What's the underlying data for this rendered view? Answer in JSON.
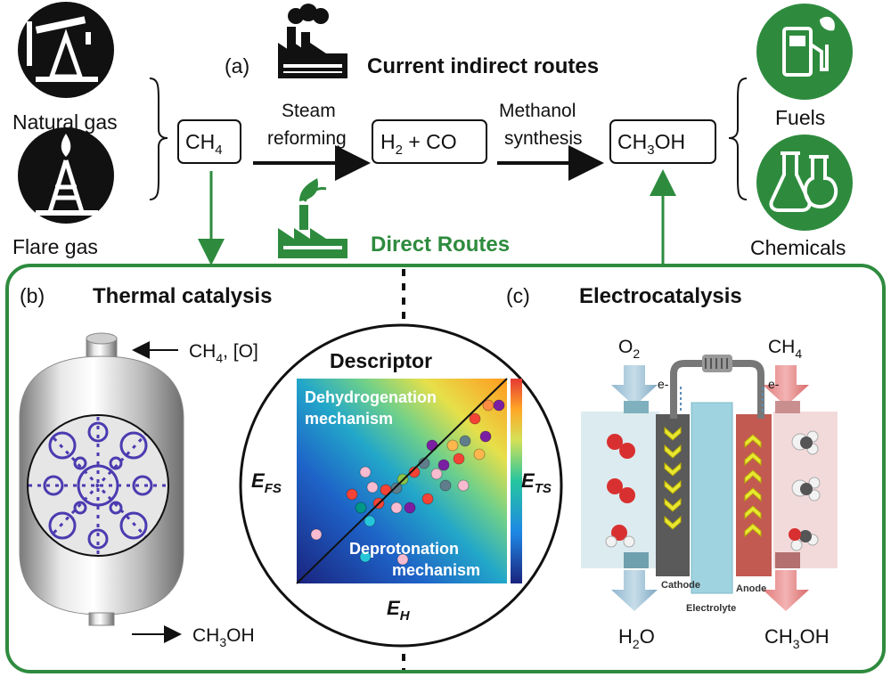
{
  "top": {
    "panel_a_label": "(a)",
    "current_title": "Current indirect routes",
    "direct_title": "Direct Routes",
    "natural_gas": "Natural gas",
    "flare_gas": "Flare gas",
    "ch4_box": {
      "main": "CH",
      "sub": "4"
    },
    "steam_line1": "Steam",
    "steam_line2": "reforming",
    "syngas_box": {
      "p1": "H",
      "p1_sub": "2",
      "p2": " + CO"
    },
    "methanol_line1": "Methanol",
    "methanol_line2": "synthesis",
    "ch3oh_box": {
      "p1": "CH",
      "p1_sub": "3",
      "p2": "OH"
    },
    "fuels": "Fuels",
    "chemicals": "Chemicals"
  },
  "thermal": {
    "panel_label": "(b)",
    "title": "Thermal catalysis",
    "inlet": {
      "p1": "CH",
      "p1_sub": "4",
      "p2": ", [O]"
    },
    "outlet": {
      "p1": "CH",
      "p1_sub": "3",
      "p2": "OH"
    }
  },
  "descriptor": {
    "title": "Descriptor",
    "region_top_line1": "Dehydrogenation",
    "region_top_line2": "mechanism",
    "region_bottom_line1": "Deprotonation",
    "region_bottom_line2": "mechanism",
    "y_axis": {
      "main": "E",
      "sub": "FS"
    },
    "x_axis": {
      "main": "E",
      "sub": "H"
    },
    "colorbar": {
      "main": "E",
      "sub": "TS"
    }
  },
  "electro": {
    "panel_label": "(c)",
    "title": "Electrocatalysis",
    "o2": {
      "main": "O",
      "sub": "2"
    },
    "ch4": {
      "main": "CH",
      "sub": "4"
    },
    "h2o": {
      "p1": "H",
      "p1_sub": "2",
      "p2": "O"
    },
    "ch3oh": {
      "p1": "CH",
      "p1_sub": "3",
      "p2": "OH"
    },
    "electron_left": "e-",
    "electron_right": "e-",
    "cathode": "Cathode",
    "anode": "Anode",
    "electrolyte": "Electrolyte"
  },
  "colors": {
    "accent_green": "#2e8b3e",
    "icon_black": "#111111",
    "frame_green": "#2e8b3e"
  }
}
